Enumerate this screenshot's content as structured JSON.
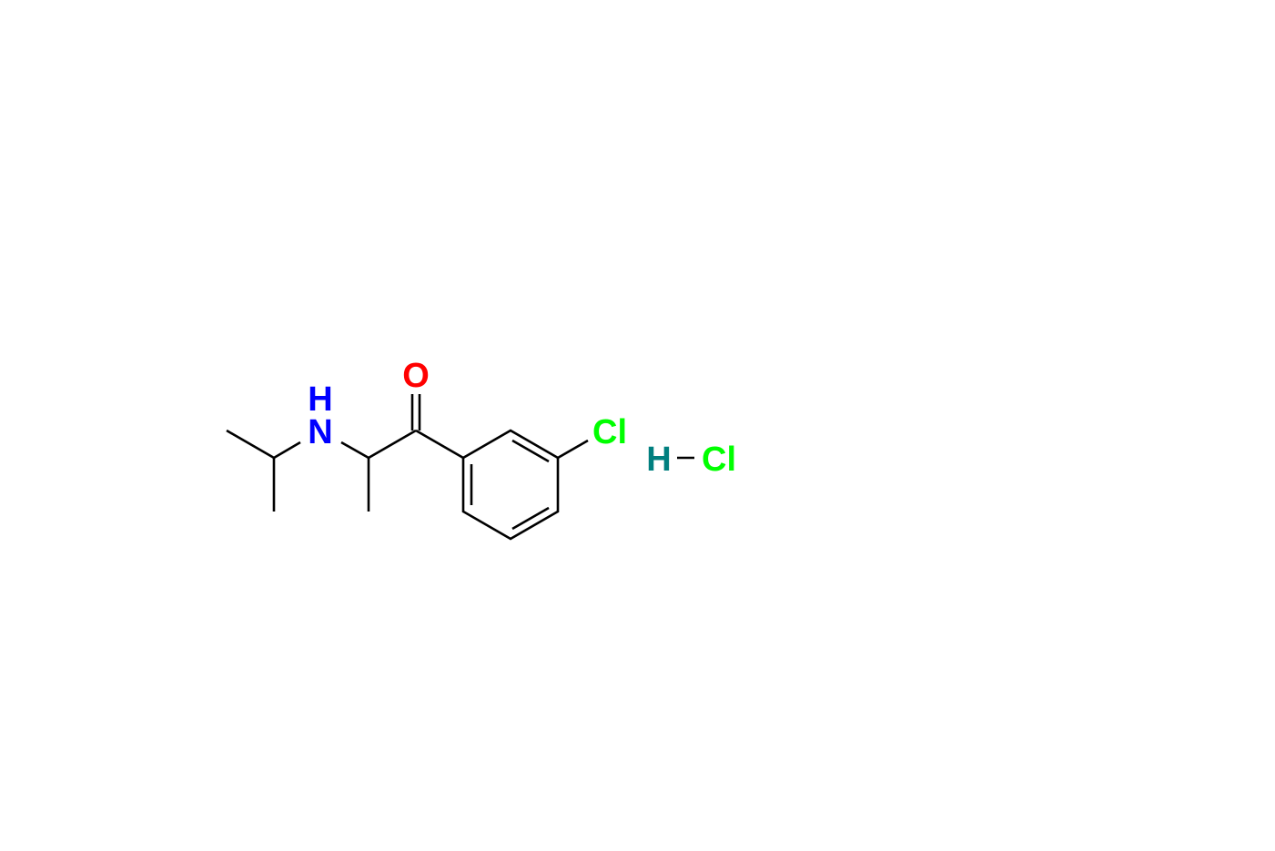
{
  "molecule": {
    "atoms": {
      "nitrogen": "N",
      "amine_hydrogen": "H",
      "oxygen": "O",
      "ring_chlorine": "Cl",
      "hcl_hydrogen": "H",
      "hcl_chlorine": "Cl"
    },
    "colors": {
      "nitrogen": "#0000ff",
      "oxygen": "#ff0000",
      "chlorine": "#00ff00",
      "hcl_hydrogen": "#007f7f",
      "bond": "#000000"
    }
  }
}
